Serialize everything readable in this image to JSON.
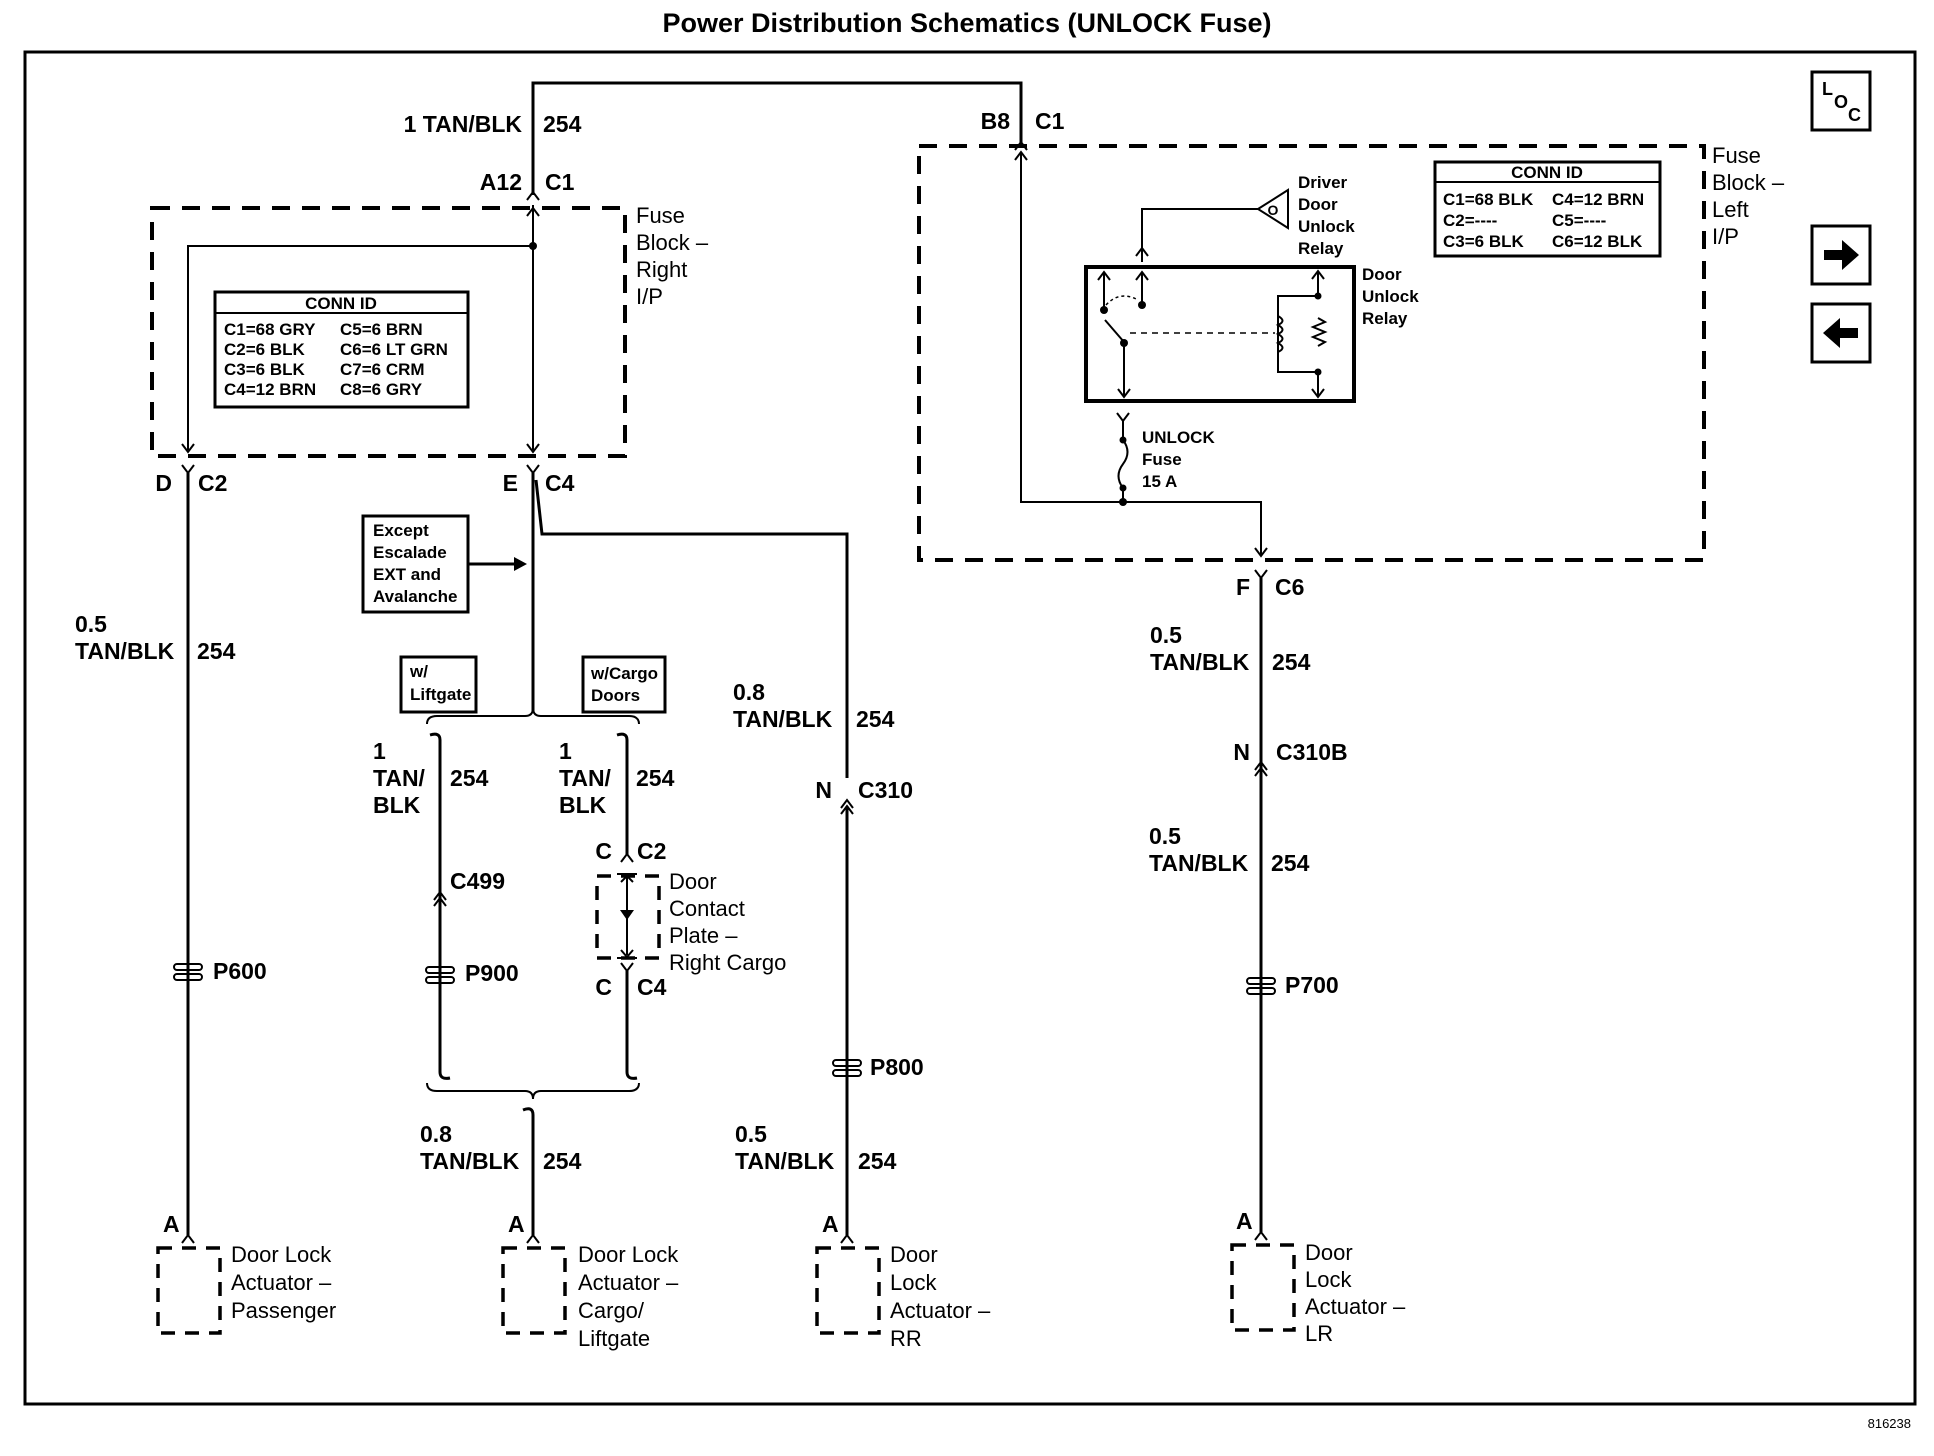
{
  "title": "Power Distribution Schematics (UNLOCK Fuse)",
  "figure_id": "816238",
  "nav": {
    "loc_icon": "LOC",
    "forward_icon": "right-arrow",
    "back_icon": "left-arrow"
  },
  "top_wire": {
    "gauge_color": "1 TAN/BLK",
    "circuit": "254"
  },
  "fuse_block_right": {
    "label_lines": [
      "Fuse",
      "Block –",
      "Right",
      "I/P"
    ],
    "top_connector": {
      "pin": "A12",
      "conn": "C1"
    },
    "conn_id_title": "CONN ID",
    "conn_id": [
      [
        "C1=68 GRY",
        "C5=6 BRN"
      ],
      [
        "C2=6 BLK",
        "C6=6 LT GRN"
      ],
      [
        "C3=6 BLK",
        "C7=6 CRM"
      ],
      [
        "C4=12 BRN",
        "C8=6 GRY"
      ]
    ],
    "out_left": {
      "pin": "D",
      "conn": "C2"
    },
    "out_right": {
      "pin": "E",
      "conn": "C4"
    }
  },
  "fuse_block_left": {
    "label_lines": [
      "Fuse",
      "Block –",
      "Left",
      "I/P"
    ],
    "top_connector": {
      "pin": "B8",
      "conn": "C1"
    },
    "conn_id_title": "CONN ID",
    "conn_id": [
      [
        "C1=68 BLK",
        "C4=12 BRN"
      ],
      [
        "C2=----",
        "C5=----"
      ],
      [
        "C3=6 BLK",
        "C6=12 BLK"
      ]
    ],
    "driver_relay_label": [
      "Driver",
      "Door",
      "Unlock",
      "Relay"
    ],
    "relay_label": [
      "Door",
      "Unlock",
      "Relay"
    ],
    "fuse_label": [
      "UNLOCK",
      "Fuse",
      "15 A"
    ],
    "out": {
      "pin": "F",
      "conn": "C6"
    }
  },
  "notes": {
    "except": [
      "Except",
      "Escalade",
      "EXT and",
      "Avalanche"
    ],
    "liftgate": [
      "w/",
      "Liftgate"
    ],
    "cargo": [
      "w/Cargo",
      "Doors"
    ]
  },
  "branches": {
    "passenger": {
      "wire": {
        "gauge": "0.5",
        "color": "TAN/BLK",
        "circuit": "254"
      },
      "splice": "P600",
      "pin": "A",
      "device": [
        "Door Lock",
        "Actuator –",
        "Passenger"
      ]
    },
    "liftgate": {
      "wire": {
        "gauge": "1",
        "color1": "TAN/",
        "color2": "BLK",
        "circuit": "254"
      },
      "connector": "C499",
      "splice": "P900"
    },
    "cargo_doors": {
      "wire": {
        "gauge": "1",
        "color1": "TAN/",
        "color2": "BLK",
        "circuit": "254"
      },
      "conn_top": {
        "pin": "C",
        "conn": "C2"
      },
      "conn_bottom": {
        "pin": "C",
        "conn": "C4"
      },
      "device": [
        "Door",
        "Contact",
        "Plate –",
        "Right Cargo"
      ]
    },
    "cargo_liftgate": {
      "wire": {
        "gauge": "0.8",
        "color": "TAN/BLK",
        "circuit": "254"
      },
      "pin": "A",
      "device": [
        "Door Lock",
        "Actuator –",
        "Cargo/",
        "Liftgate"
      ]
    },
    "rr": {
      "wire_top": {
        "gauge": "0.8",
        "color": "TAN/BLK",
        "circuit": "254"
      },
      "connector": {
        "pin": "N",
        "conn": "C310"
      },
      "splice": "P800",
      "wire_bottom": {
        "gauge": "0.5",
        "color": "TAN/BLK",
        "circuit": "254"
      },
      "pin": "A",
      "device": [
        "Door",
        "Lock",
        "Actuator –",
        "RR"
      ]
    },
    "lr": {
      "wire_top": {
        "gauge": "0.5",
        "color": "TAN/BLK",
        "circuit": "254"
      },
      "connector": {
        "pin": "N",
        "conn": "C310B"
      },
      "wire_bottom": {
        "gauge": "0.5",
        "color": "TAN/BLK",
        "circuit": "254"
      },
      "splice": "P700",
      "pin": "A",
      "device": [
        "Door",
        "Lock",
        "Actuator –",
        "LR"
      ]
    }
  }
}
